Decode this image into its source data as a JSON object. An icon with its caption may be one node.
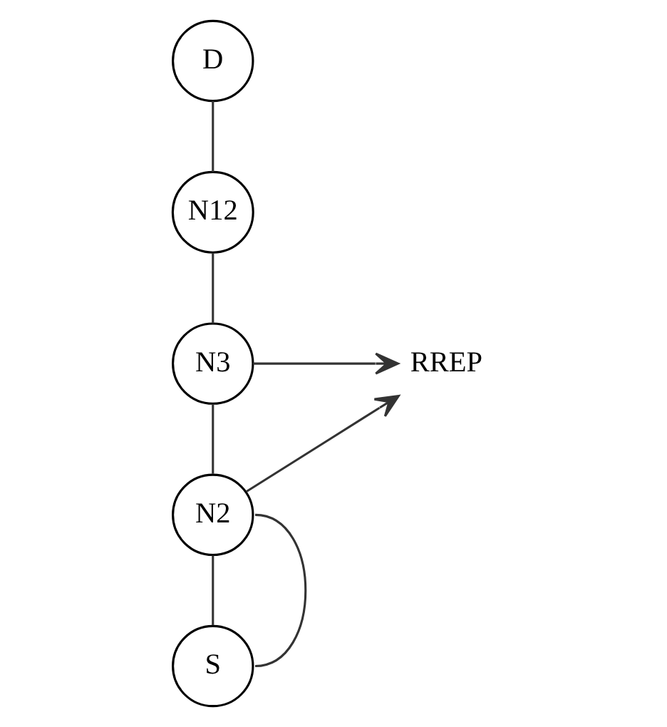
{
  "diagram": {
    "nodes": [
      {
        "text": [
          "D"
        ]
      },
      {
        "text": [
          "N12"
        ]
      },
      {
        "text": [
          "N3"
        ]
      },
      {
        "text": [
          "N2"
        ]
      },
      {
        "text": [
          "S"
        ]
      },
      {
        "text": [
          "RREP"
        ]
      }
    ],
    "edges": [
      {
        "from": 0,
        "to": 1,
        "arrow": "none"
      },
      {
        "from": 1,
        "to": 2,
        "arrow": "none"
      },
      {
        "from": 2,
        "to": 3,
        "arrow": "none"
      },
      {
        "from": 3,
        "to": 4,
        "arrow": "none"
      },
      {
        "from": 3,
        "to": 4,
        "arrow": "none"
      },
      {
        "from": 2,
        "to": 5,
        "arrow": "to"
      },
      {
        "from": 3,
        "to": 5,
        "arrow": "to"
      }
    ]
  }
}
